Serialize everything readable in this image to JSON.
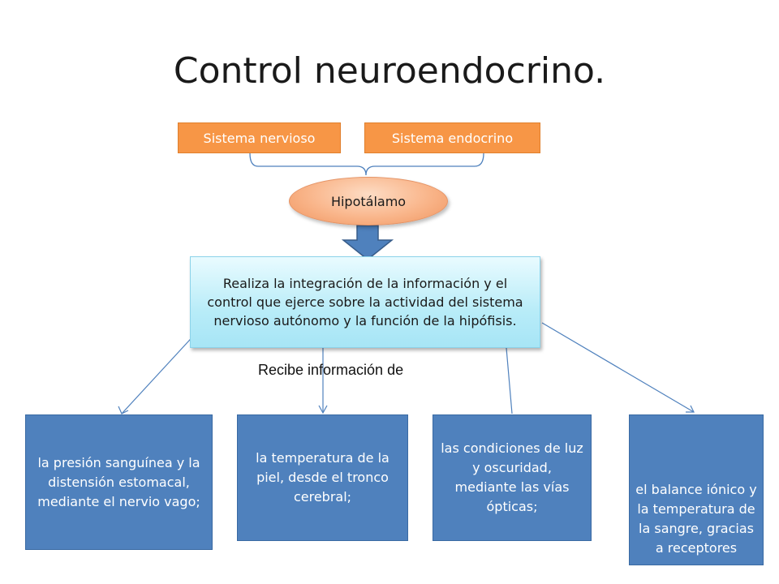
{
  "title": "Control neuroendocrino.",
  "top_boxes": {
    "left": "Sistema nervioso",
    "right": "Sistema endocrino"
  },
  "hypothalamus": "Hipotálamo",
  "integration_text": "Realiza la integración de la información y el control que ejerce sobre la actividad del sistema nervioso autónomo y la función de la hipófisis.",
  "receives_label": "Recibe información de",
  "bottom_boxes": [
    "la presión sanguínea y la distensión estomacal, mediante el nervio vago;",
    "la temperatura de la piel, desde el tronco cerebral;",
    "las condiciones de luz y oscuridad, mediante las vías ópticas;",
    "el balance iónico y la temperatura de la sangre, gracias a receptores"
  ],
  "colors": {
    "orange": "#f79646",
    "blue_box": "#4f81bd",
    "connector": "#4f81bd",
    "arrow": "#4f81bd"
  }
}
